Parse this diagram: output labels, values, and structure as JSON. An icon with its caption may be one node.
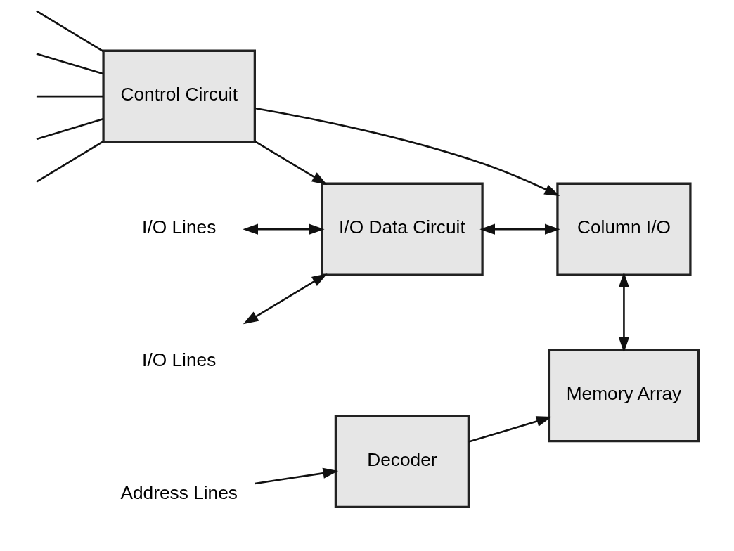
{
  "diagram": {
    "nodes": [
      {
        "text": [
          "Address Lines"
        ]
      },
      {
        "text": [
          "Decoder"
        ]
      },
      {
        "text": [
          "Memory Array"
        ]
      },
      {
        "text": [
          "I/O Lines"
        ]
      },
      {
        "text": [
          "I/O Lines"
        ]
      },
      {
        "text": [
          "I/O Data Circuit"
        ]
      },
      {
        "text": [
          "Column I/O"
        ]
      },
      {
        "text": [
          "Control Circuit"
        ]
      }
    ],
    "edges": [
      {
        "from": 0,
        "to": 1,
        "arrow": "to"
      },
      {
        "from": 1,
        "to": 2,
        "arrow": "to"
      },
      {
        "from": 6,
        "to": 2,
        "arrow": "both"
      },
      {
        "from": 3,
        "to": 5,
        "arrow": "both"
      },
      {
        "from": 4,
        "to": 5,
        "arrow": "both"
      },
      {
        "from": 5,
        "to": 6,
        "arrow": "both"
      },
      {
        "from": 7,
        "to": 5,
        "arrow": "to"
      },
      {
        "from": 7,
        "to": 6,
        "arrow": "to"
      },
      {
        "from": null,
        "to": 7,
        "arrow": "none"
      },
      {
        "from": null,
        "to": 7,
        "arrow": "none"
      },
      {
        "from": null,
        "to": 7,
        "arrow": "none"
      },
      {
        "from": null,
        "to": 7,
        "arrow": "none"
      },
      {
        "from": null,
        "to": 7,
        "arrow": "none"
      }
    ]
  }
}
